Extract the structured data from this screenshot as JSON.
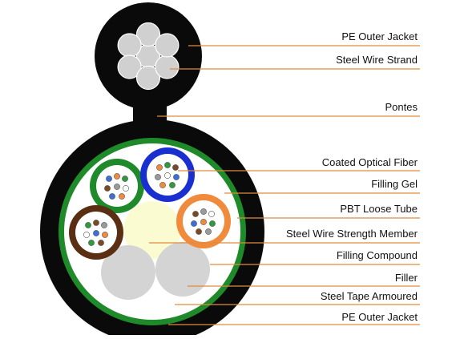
{
  "labels": [
    "PE Outer Jacket",
    "Steel Wire Strand",
    "Pontes",
    "Coated Optical Fiber",
    "Filling Gel",
    "PBT Loose Tube",
    "Steel Wire Strength Member",
    "Filling Compound",
    "Filler",
    "Steel Tape Armoured",
    "PE Outer Jacket"
  ],
  "colors": {
    "jacket": "#0a0a0a",
    "armour_ring": "#1e8a2a",
    "filling": "#ffffff",
    "leader_line": "#e08a3c",
    "strength_member": "#fbfbd2",
    "filler": "#d4d4d4",
    "wire": "#d0d0d0",
    "tubes": [
      "#1e8a2a",
      "#1a2fd0",
      "#5a2e12",
      "#f08a3c"
    ],
    "fibers": [
      "#3d6fd6",
      "#f08a3c",
      "#2e9a3a",
      "#7a4a22",
      "#9a9a9a",
      "#ffffff"
    ]
  }
}
